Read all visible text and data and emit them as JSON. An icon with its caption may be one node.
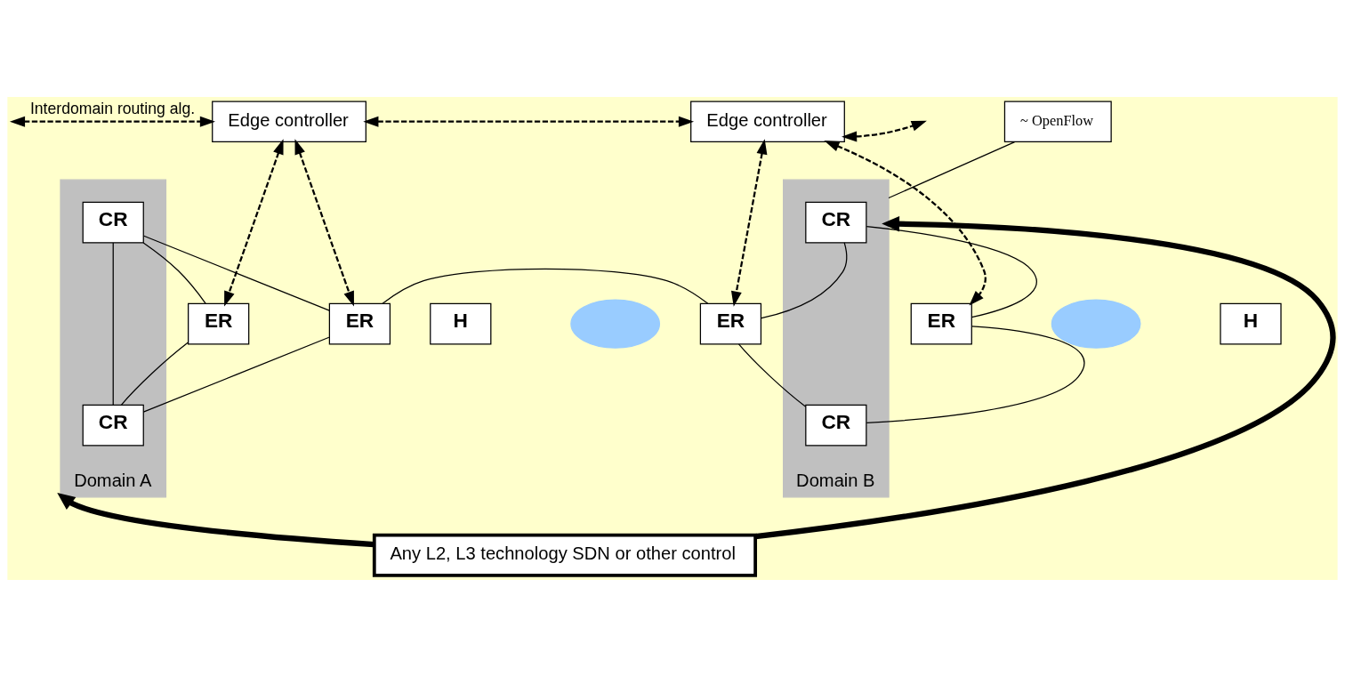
{
  "diagram": {
    "nodes": [
      {
        "text": [
          "Edge controller"
        ]
      },
      {
        "text": [
          "Edge controller"
        ]
      },
      {
        "text": [
          "~ OpenFlow"
        ]
      },
      {
        "text": [
          "Domain A"
        ]
      },
      {
        "text": [
          "CR"
        ],
        "in": 3
      },
      {
        "text": [
          "H"
        ]
      },
      {
        "text": [],
        "shape": "cloud"
      },
      {
        "text": [
          "ER"
        ]
      },
      {
        "text": [
          "CR"
        ],
        "in": 3
      },
      {
        "text": [
          "ER"
        ]
      },
      {
        "text": [
          "ER"
        ]
      },
      {
        "text": [
          "Domain B"
        ]
      },
      {
        "text": [
          "CR"
        ],
        "in": 11
      },
      {
        "text": [
          "ER"
        ]
      },
      {
        "text": [],
        "shape": "cloud"
      },
      {
        "text": [
          "H"
        ]
      },
      {
        "text": [
          "CR"
        ],
        "in": 11
      },
      {
        "text": [
          "Any L2, L3 technology SDN or other control"
        ]
      }
    ],
    "edges": [
      {
        "from": null,
        "to": 0,
        "arrow": "both",
        "style": "dashed",
        "label": "Interdomain routing alg."
      },
      {
        "from": 0,
        "to": 1,
        "arrow": "both",
        "style": "dashed"
      },
      {
        "from": 1,
        "to": null,
        "arrow": "both",
        "style": "dashed"
      },
      {
        "from": 0,
        "to": 7,
        "arrow": "both",
        "style": "dashed"
      },
      {
        "from": 0,
        "to": 9,
        "arrow": "both",
        "style": "dashed"
      },
      {
        "from": 1,
        "to": 10,
        "arrow": "both",
        "style": "dashed"
      },
      {
        "from": 1,
        "to": 13,
        "arrow": "both",
        "style": "dashed"
      },
      {
        "from": 2,
        "to": 11,
        "arrow": "none"
      },
      {
        "from": 7,
        "to": 4,
        "arrow": "none"
      },
      {
        "from": 7,
        "to": 8,
        "arrow": "none"
      },
      {
        "from": 4,
        "to": 8,
        "arrow": "none"
      },
      {
        "from": 4,
        "to": 9,
        "arrow": "none"
      },
      {
        "from": 8,
        "to": 9,
        "arrow": "none"
      },
      {
        "from": 9,
        "to": 10,
        "arrow": "none"
      },
      {
        "from": 10,
        "to": 12,
        "arrow": "none"
      },
      {
        "from": 10,
        "to": 16,
        "arrow": "none"
      },
      {
        "from": 12,
        "to": 13,
        "arrow": "none"
      },
      {
        "from": 16,
        "to": 13,
        "arrow": "none"
      },
      {
        "from": 17,
        "to": 3,
        "arrow": "to",
        "style": "thick"
      },
      {
        "from": 17,
        "to": 11,
        "arrow": "to",
        "style": "thick"
      }
    ]
  }
}
